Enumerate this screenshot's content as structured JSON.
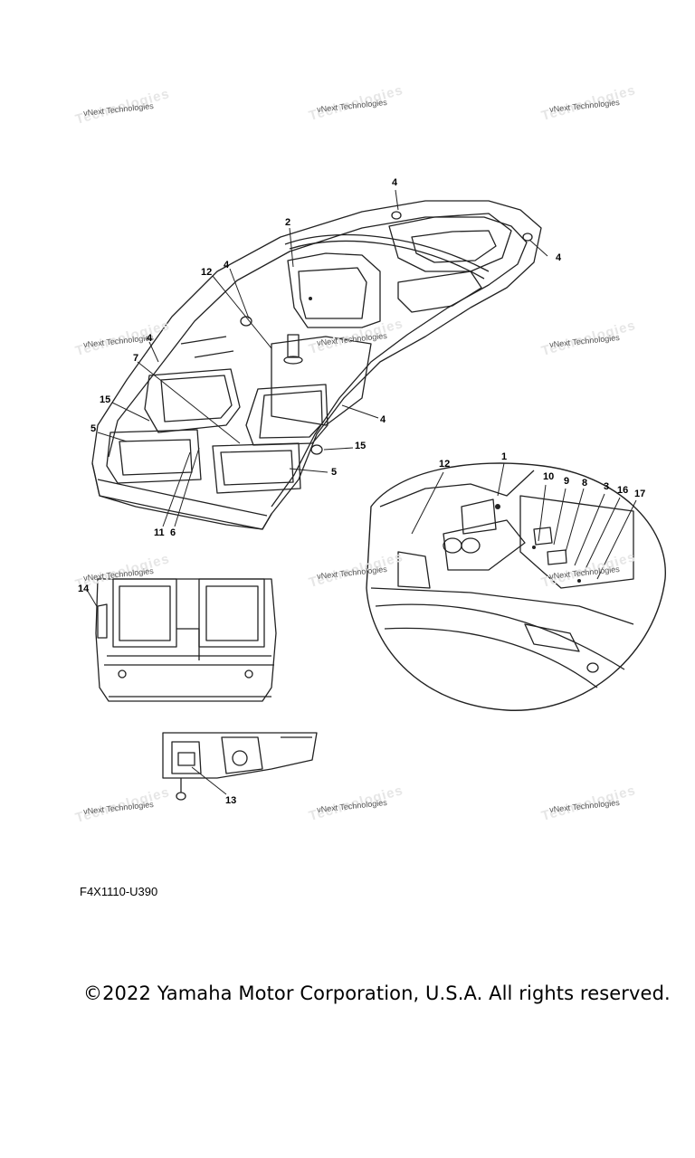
{
  "watermark_text": "vNext Technologies",
  "diagram_code": "F4X1110-U390",
  "copyright": "©2022 Yamaha Motor Corporation, U.S.A. All rights reserved.",
  "callouts": {
    "main": [
      "4",
      "2",
      "12",
      "4",
      "4",
      "4",
      "7",
      "15",
      "5",
      "4",
      "15",
      "5",
      "11",
      "6"
    ],
    "detail": [
      "1",
      "12",
      "10",
      "9",
      "8",
      "3",
      "16",
      "17"
    ],
    "rear": [
      "14"
    ],
    "bottom": [
      "13"
    ]
  }
}
